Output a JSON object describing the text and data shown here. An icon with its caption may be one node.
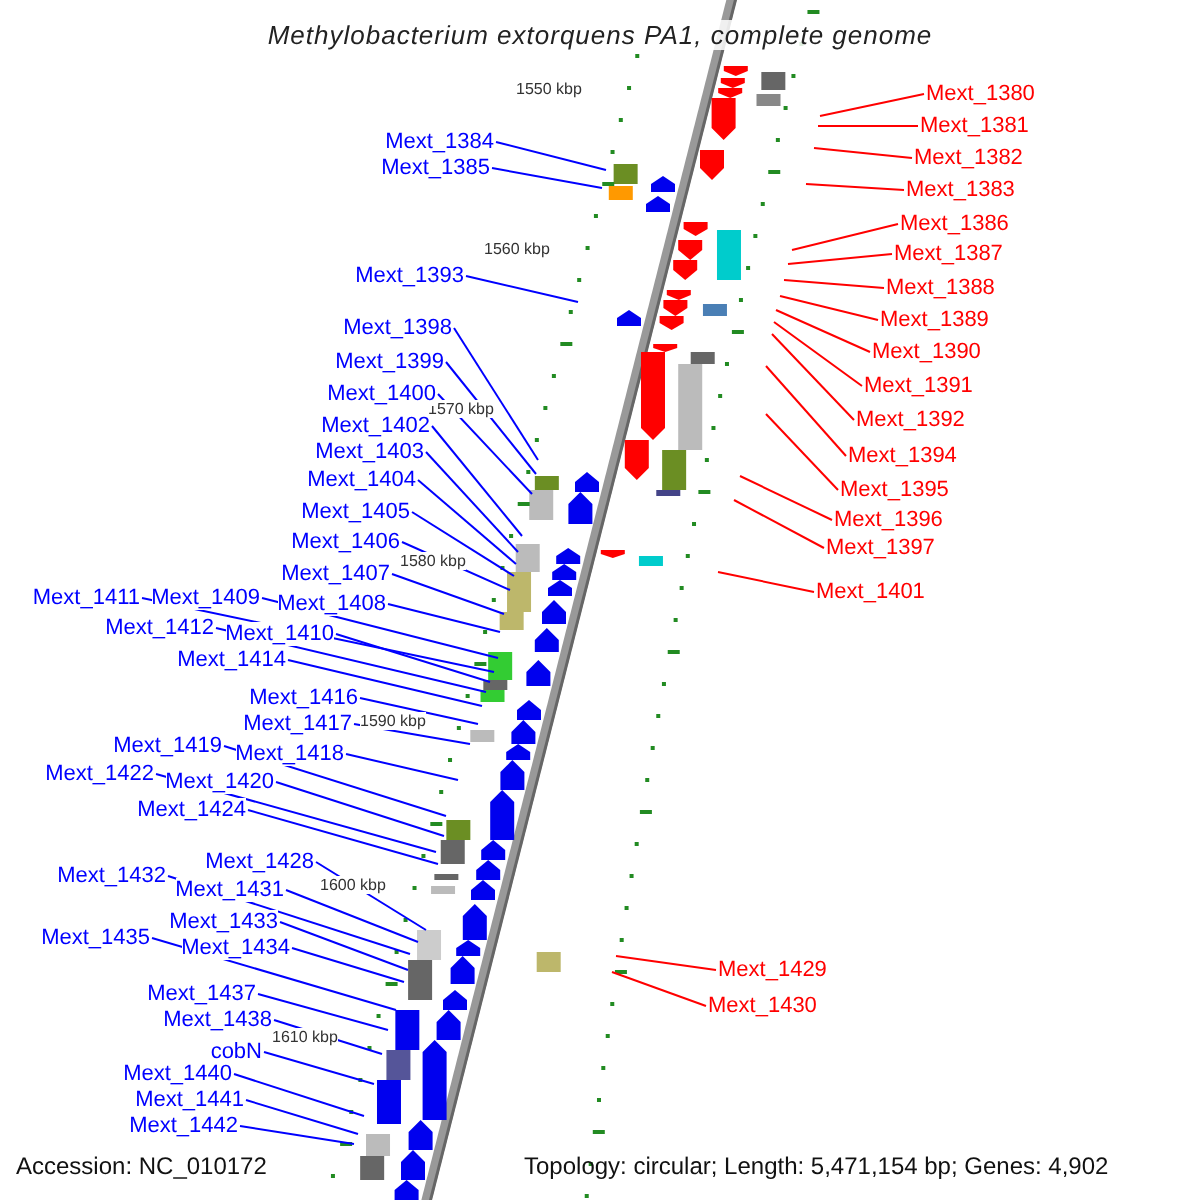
{
  "diagram": {
    "title": "Methylobacterium extorquens PA1, complete genome",
    "nodes": [
      {
        "text": [
          "Mext_1384"
        ]
      },
      {
        "text": [
          "Mext_1385"
        ]
      },
      {
        "text": [
          "Mext_1393"
        ]
      },
      {
        "text": [
          "Mext_1398"
        ]
      },
      {
        "text": [
          "Mext_1399"
        ]
      },
      {
        "text": [
          "Mext_1400"
        ]
      },
      {
        "text": [
          "Mext_1402"
        ]
      },
      {
        "text": [
          "Mext_1403"
        ]
      },
      {
        "text": [
          "Mext_1404"
        ]
      },
      {
        "text": [
          "Mext_1405"
        ]
      },
      {
        "text": [
          "Mext_1406"
        ]
      },
      {
        "text": [
          "Mext_1407"
        ]
      },
      {
        "text": [
          "Mext_1411"
        ]
      },
      {
        "text": [
          "Mext_1409"
        ]
      },
      {
        "text": [
          "Mext_1408"
        ]
      },
      {
        "text": [
          "Mext_1412"
        ]
      },
      {
        "text": [
          "Mext_1410"
        ]
      },
      {
        "text": [
          "Mext_1414"
        ]
      },
      {
        "text": [
          "Mext_1416"
        ]
      },
      {
        "text": [
          "Mext_1417"
        ]
      },
      {
        "text": [
          "Mext_1419"
        ]
      },
      {
        "text": [
          "Mext_1418"
        ]
      },
      {
        "text": [
          "Mext_1422"
        ]
      },
      {
        "text": [
          "Mext_1420"
        ]
      },
      {
        "text": [
          "Mext_1424"
        ]
      },
      {
        "text": [
          "Mext_1428"
        ]
      },
      {
        "text": [
          "Mext_1432"
        ]
      },
      {
        "text": [
          "Mext_1431"
        ]
      },
      {
        "text": [
          "Mext_1433"
        ]
      },
      {
        "text": [
          "Mext_1435"
        ]
      },
      {
        "text": [
          "Mext_1434"
        ]
      },
      {
        "text": [
          "Mext_1437"
        ]
      },
      {
        "text": [
          "Mext_1438"
        ]
      },
      {
        "text": [
          "cobN"
        ]
      },
      {
        "text": [
          "Mext_1440"
        ]
      },
      {
        "text": [
          "Mext_1441"
        ]
      },
      {
        "text": [
          "Mext_1442"
        ]
      },
      {
        "text": [
          "Mext_1380"
        ]
      },
      {
        "text": [
          "Mext_1381"
        ]
      },
      {
        "text": [
          "Mext_1382"
        ]
      },
      {
        "text": [
          "Mext_1383"
        ]
      },
      {
        "text": [
          "Mext_1386"
        ]
      },
      {
        "text": [
          "Mext_1387"
        ]
      },
      {
        "text": [
          "Mext_1388"
        ]
      },
      {
        "text": [
          "Mext_1389"
        ]
      },
      {
        "text": [
          "Mext_1390"
        ]
      },
      {
        "text": [
          "Mext_1391"
        ]
      },
      {
        "text": [
          "Mext_1392"
        ]
      },
      {
        "text": [
          "Mext_1394"
        ]
      },
      {
        "text": [
          "Mext_1395"
        ]
      },
      {
        "text": [
          "Mext_1396"
        ]
      },
      {
        "text": [
          "Mext_1397"
        ]
      },
      {
        "text": [
          "Mext_1401"
        ]
      },
      {
        "text": [
          "Mext_1429"
        ]
      },
      {
        "text": [
          "Mext_1430"
        ]
      }
    ],
    "edges": [
      {
        "from": 0,
        "to": null,
        "arrow": "none"
      },
      {
        "from": 1,
        "to": null,
        "arrow": "none"
      },
      {
        "from": 2,
        "to": null,
        "arrow": "none"
      },
      {
        "from": 3,
        "to": null,
        "arrow": "none"
      },
      {
        "from": 4,
        "to": null,
        "arrow": "none"
      },
      {
        "from": 5,
        "to": null,
        "arrow": "none"
      },
      {
        "from": 6,
        "to": null,
        "arrow": "none"
      },
      {
        "from": 7,
        "to": null,
        "arrow": "none"
      },
      {
        "from": 8,
        "to": null,
        "arrow": "none"
      },
      {
        "from": 9,
        "to": null,
        "arrow": "none"
      },
      {
        "from": 10,
        "to": null,
        "arrow": "none"
      },
      {
        "from": 11,
        "to": null,
        "arrow": "none"
      },
      {
        "from": 12,
        "to": null,
        "arrow": "none"
      },
      {
        "from": 13,
        "to": null,
        "arrow": "none"
      },
      {
        "from": 14,
        "to": null,
        "arrow": "none"
      },
      {
        "from": 15,
        "to": null,
        "arrow": "none"
      },
      {
        "from": 16,
        "to": null,
        "arrow": "none"
      },
      {
        "from": 17,
        "to": null,
        "arrow": "none"
      },
      {
        "from": 18,
        "to": null,
        "arrow": "none"
      },
      {
        "from": 19,
        "to": null,
        "arrow": "none"
      },
      {
        "from": 20,
        "to": null,
        "arrow": "none"
      },
      {
        "from": 21,
        "to": null,
        "arrow": "none"
      },
      {
        "from": 22,
        "to": null,
        "arrow": "none"
      },
      {
        "from": 23,
        "to": null,
        "arrow": "none"
      },
      {
        "from": 24,
        "to": null,
        "arrow": "none"
      },
      {
        "from": 25,
        "to": null,
        "arrow": "none"
      },
      {
        "from": 26,
        "to": null,
        "arrow": "none"
      },
      {
        "from": 27,
        "to": null,
        "arrow": "none"
      },
      {
        "from": 28,
        "to": null,
        "arrow": "none"
      },
      {
        "from": 29,
        "to": null,
        "arrow": "none"
      },
      {
        "from": 30,
        "to": null,
        "arrow": "none"
      },
      {
        "from": 31,
        "to": null,
        "arrow": "none"
      },
      {
        "from": 32,
        "to": null,
        "arrow": "none"
      },
      {
        "from": 33,
        "to": null,
        "arrow": "none"
      },
      {
        "from": 34,
        "to": null,
        "arrow": "none"
      },
      {
        "from": 35,
        "to": null,
        "arrow": "none"
      },
      {
        "from": 36,
        "to": null,
        "arrow": "none"
      },
      {
        "from": 37,
        "to": null,
        "arrow": "none",
        "color": "#ff0000"
      },
      {
        "from": 38,
        "to": null,
        "arrow": "none",
        "color": "#ff0000"
      },
      {
        "from": 39,
        "to": null,
        "arrow": "none",
        "color": "#ff0000"
      },
      {
        "from": 40,
        "to": null,
        "arrow": "none",
        "color": "#ff0000"
      },
      {
        "from": 41,
        "to": null,
        "arrow": "none",
        "color": "#ff0000"
      },
      {
        "from": 42,
        "to": null,
        "arrow": "none",
        "color": "#ff0000"
      },
      {
        "from": 43,
        "to": null,
        "arrow": "none",
        "color": "#ff0000"
      },
      {
        "from": 44,
        "to": null,
        "arrow": "none",
        "color": "#ff0000"
      },
      {
        "from": 45,
        "to": null,
        "arrow": "none",
        "color": "#ff0000"
      },
      {
        "from": 46,
        "to": null,
        "arrow": "none",
        "color": "#ff0000"
      },
      {
        "from": 47,
        "to": null,
        "arrow": "none",
        "color": "#ff0000"
      },
      {
        "from": 48,
        "to": null,
        "arrow": "none",
        "color": "#ff0000"
      },
      {
        "from": 49,
        "to": null,
        "arrow": "none",
        "color": "#ff0000"
      },
      {
        "from": 50,
        "to": null,
        "arrow": "none",
        "color": "#ff0000"
      },
      {
        "from": 51,
        "to": null,
        "arrow": "none",
        "color": "#ff0000"
      },
      {
        "from": 52,
        "to": null,
        "arrow": "none",
        "color": "#ff0000"
      },
      {
        "from": 53,
        "to": null,
        "arrow": "none",
        "color": "#ff0000"
      },
      {
        "from": 54,
        "to": null,
        "arrow": "none",
        "color": "#ff0000"
      }
    ],
    "labels": [
      "1550 kbp",
      "1560 kbp",
      "1570 kbp",
      "1580 kbp",
      "1590 kbp",
      "1600 kbp",
      "1610 kbp",
      "Accession: NC_010172",
      "Topology: circular; Length: 5,471,154 bp; Genes: 4,902"
    ]
  }
}
